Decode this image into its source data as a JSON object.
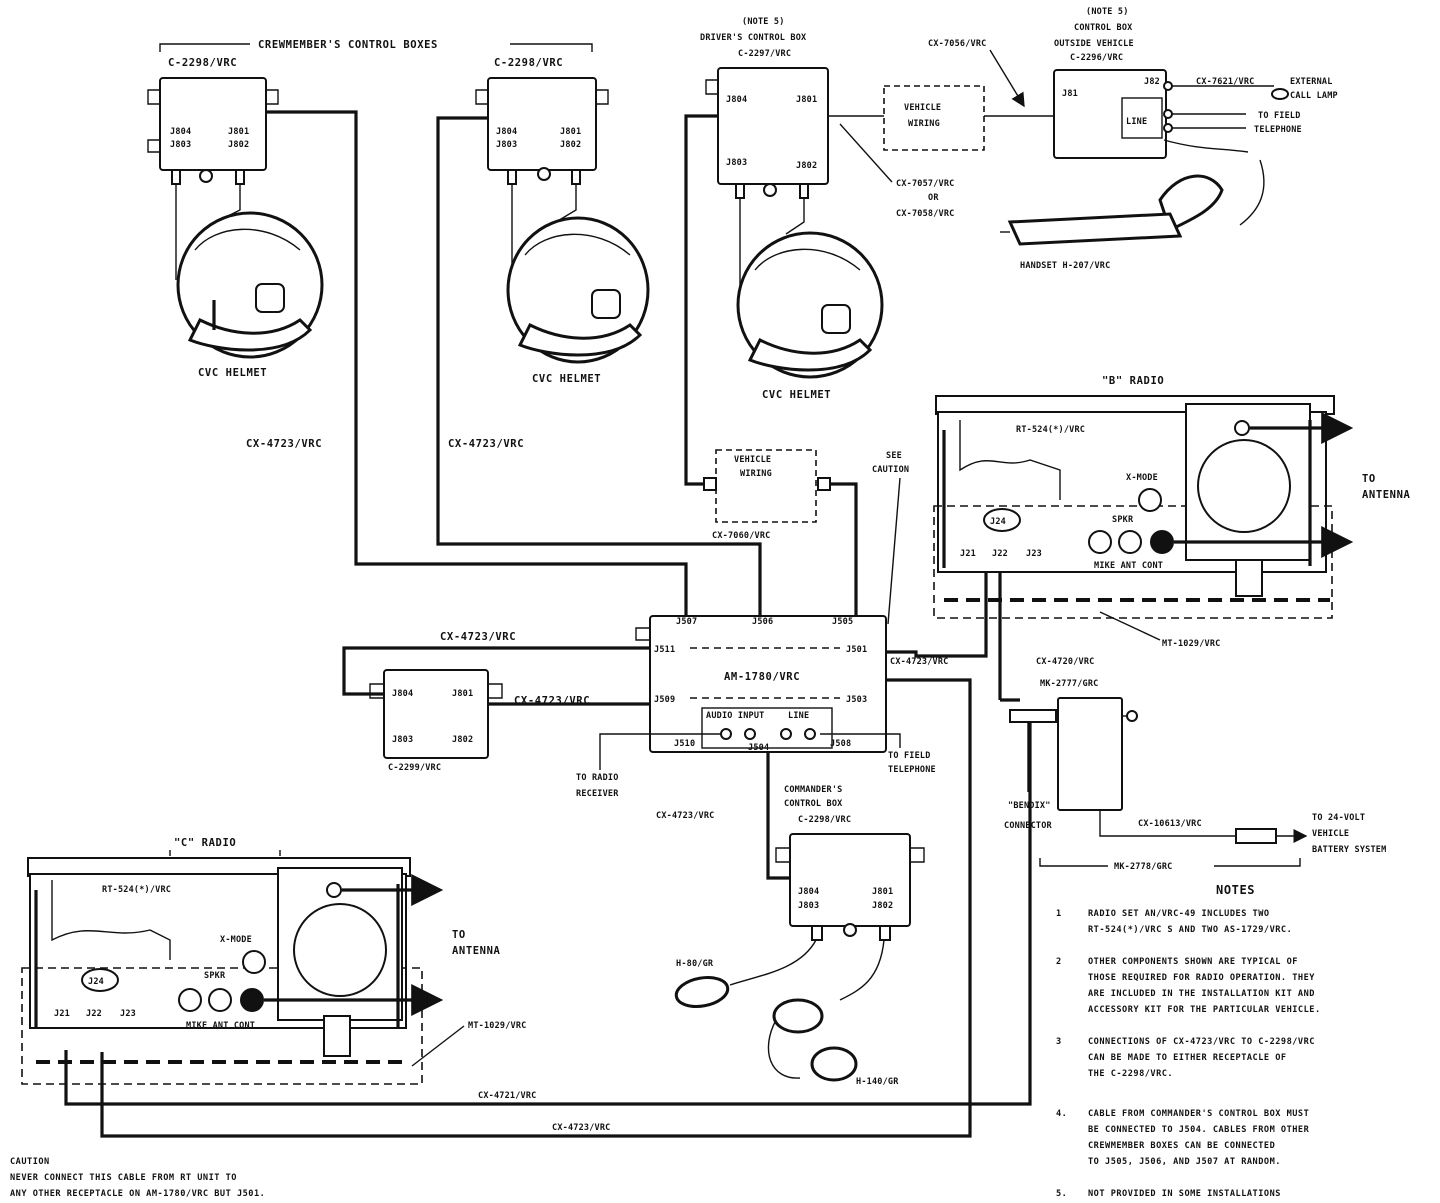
{
  "header": {
    "crew_boxes": "CREWMEMBER'S CONTROL BOXES",
    "c2298_a": "C-2298/VRC",
    "c2298_b": "C-2298/VRC",
    "note5_driver": "(NOTE 5)",
    "driver_box": "DRIVER'S CONTROL BOX",
    "c2297": "C-2297/VRC",
    "note5_outside": "(NOTE 5)",
    "outside_box_1": "CONTROL BOX",
    "outside_box_2": "OUTSIDE VEHICLE",
    "c2296": "C-2296/VRC",
    "cx7056": "CX-7056/VRC"
  },
  "jacks": {
    "j804": "J804",
    "j803": "J803",
    "j801": "J801",
    "j802": "J802",
    "j82": "J82",
    "j81": "J81",
    "line": "LINE",
    "j507": "J507",
    "j506": "J506",
    "j505": "J505",
    "j511": "J511",
    "j501": "J501",
    "j509": "J509",
    "j503": "J503",
    "j510": "J510",
    "j504": "J504",
    "j508": "J508",
    "audio_input": "AUDIO INPUT",
    "line2": "LINE",
    "j21": "J21",
    "j22": "J22",
    "j23": "J23",
    "j24": "J24"
  },
  "labels": {
    "cx7621": "CX-7621/VRC",
    "external_lamp_1": "EXTERNAL",
    "external_lamp_2": "CALL LAMP",
    "to_field_tel_1": "TO FIELD",
    "to_field_tel_2": "TELEPHONE",
    "vehicle_wiring_1": "VEHICLE",
    "vehicle_wiring_2": "WIRING",
    "cx7057": "CX-7057/VRC",
    "or": "OR",
    "cx7058": "CX-7058/VRC",
    "handset": "HANDSET H-207/VRC",
    "cvc_helmet": "CVC HELMET",
    "cx4723_a": "CX-4723/VRC",
    "cx4723_b": "CX-4723/VRC",
    "vehicle_wiring2_1": "VEHICLE",
    "vehicle_wiring2_2": "WIRING",
    "cx7060": "CX-7060/VRC",
    "see_caution_1": "SEE",
    "see_caution_2": "CAUTION",
    "cx4723_c": "CX-4723/VRC",
    "cx4723_d": "CX-4723/VRC",
    "cx4723_e": "CX-4723/VRC",
    "am1780": "AM-1780/VRC",
    "c2299": "C-2299/VRC",
    "to_radio_receiver_1": "TO RADIO",
    "to_radio_receiver_2": "RECEIVER",
    "to_field_tel2_1": "TO FIELD",
    "to_field_tel2_2": "TELEPHONE",
    "commander_1": "COMMANDER'S",
    "commander_2": "CONTROL BOX",
    "c2298_c": "C-2298/VRC",
    "cx4723_f": "CX-4723/VRC",
    "h80": "H-80/GR",
    "h140": "H-140/GR",
    "cx4721": "CX-4721/VRC",
    "cx4723_g": "CX-4723/VRC",
    "cx4720": "CX-4720/VRC",
    "mk2777": "MK-2777/GRC",
    "bendix_1": "\"BENDIX\"",
    "bendix_2": "CONNECTOR",
    "cx10613": "CX-10613/VRC",
    "to_24v_1": "TO 24-VOLT",
    "to_24v_2": "VEHICLE",
    "to_24v_3": "BATTERY SYSTEM",
    "mk2778": "MK-2778/GRC",
    "mt1029_a": "MT-1029/VRC",
    "mt1029_b": "MT-1029/VRC"
  },
  "radio_b": {
    "title": "\"B\" RADIO",
    "model": "RT-524(*)/VRC",
    "xmode": "X-MODE",
    "spkr": "SPKR",
    "mike_ant": "MIKE  ANT CONT",
    "to_antenna_1": "TO",
    "to_antenna_2": "ANTENNA"
  },
  "radio_c": {
    "title": "\"C\" RADIO",
    "model": "RT-524(*)/VRC",
    "xmode": "X-MODE",
    "spkr": "SPKR",
    "mike_ant": "MIKE  ANT CONT",
    "to_antenna_1": "TO",
    "to_antenna_2": "ANTENNA"
  },
  "caution": {
    "title": "CAUTION",
    "line1": "NEVER CONNECT THIS CABLE FROM RT UNIT TO",
    "line2": "ANY OTHER RECEPTACLE ON AM-1780/VRC BUT J501."
  },
  "notes": {
    "title": "NOTES",
    "items": [
      {
        "num": "1",
        "lines": [
          "RADIO SET AN/VRC-49 INCLUDES TWO",
          "RT-524(*)/VRC S AND TWO AS-1729/VRC."
        ]
      },
      {
        "num": "2",
        "lines": [
          "OTHER COMPONENTS SHOWN ARE TYPICAL OF",
          "THOSE REQUIRED FOR RADIO OPERATION. THEY",
          "ARE INCLUDED IN THE INSTALLATION KIT AND",
          "ACCESSORY KIT FOR THE PARTICULAR VEHICLE."
        ]
      },
      {
        "num": "3",
        "lines": [
          "CONNECTIONS OF CX-4723/VRC TO C-2298/VRC",
          "CAN BE MADE TO EITHER RECEPTACLE OF",
          "THE C-2298/VRC."
        ]
      },
      {
        "num": "4.",
        "lines": [
          "CABLE FROM COMMANDER'S CONTROL BOX MUST",
          "BE CONNECTED TO J504. CABLES FROM OTHER",
          "CREWMEMBER BOXES CAN BE CONNECTED",
          "TO J505, J506, AND J507 AT RANDOM."
        ]
      },
      {
        "num": "5.",
        "lines": [
          "NOT PROVIDED IN SOME INSTALLATIONS"
        ]
      }
    ]
  }
}
